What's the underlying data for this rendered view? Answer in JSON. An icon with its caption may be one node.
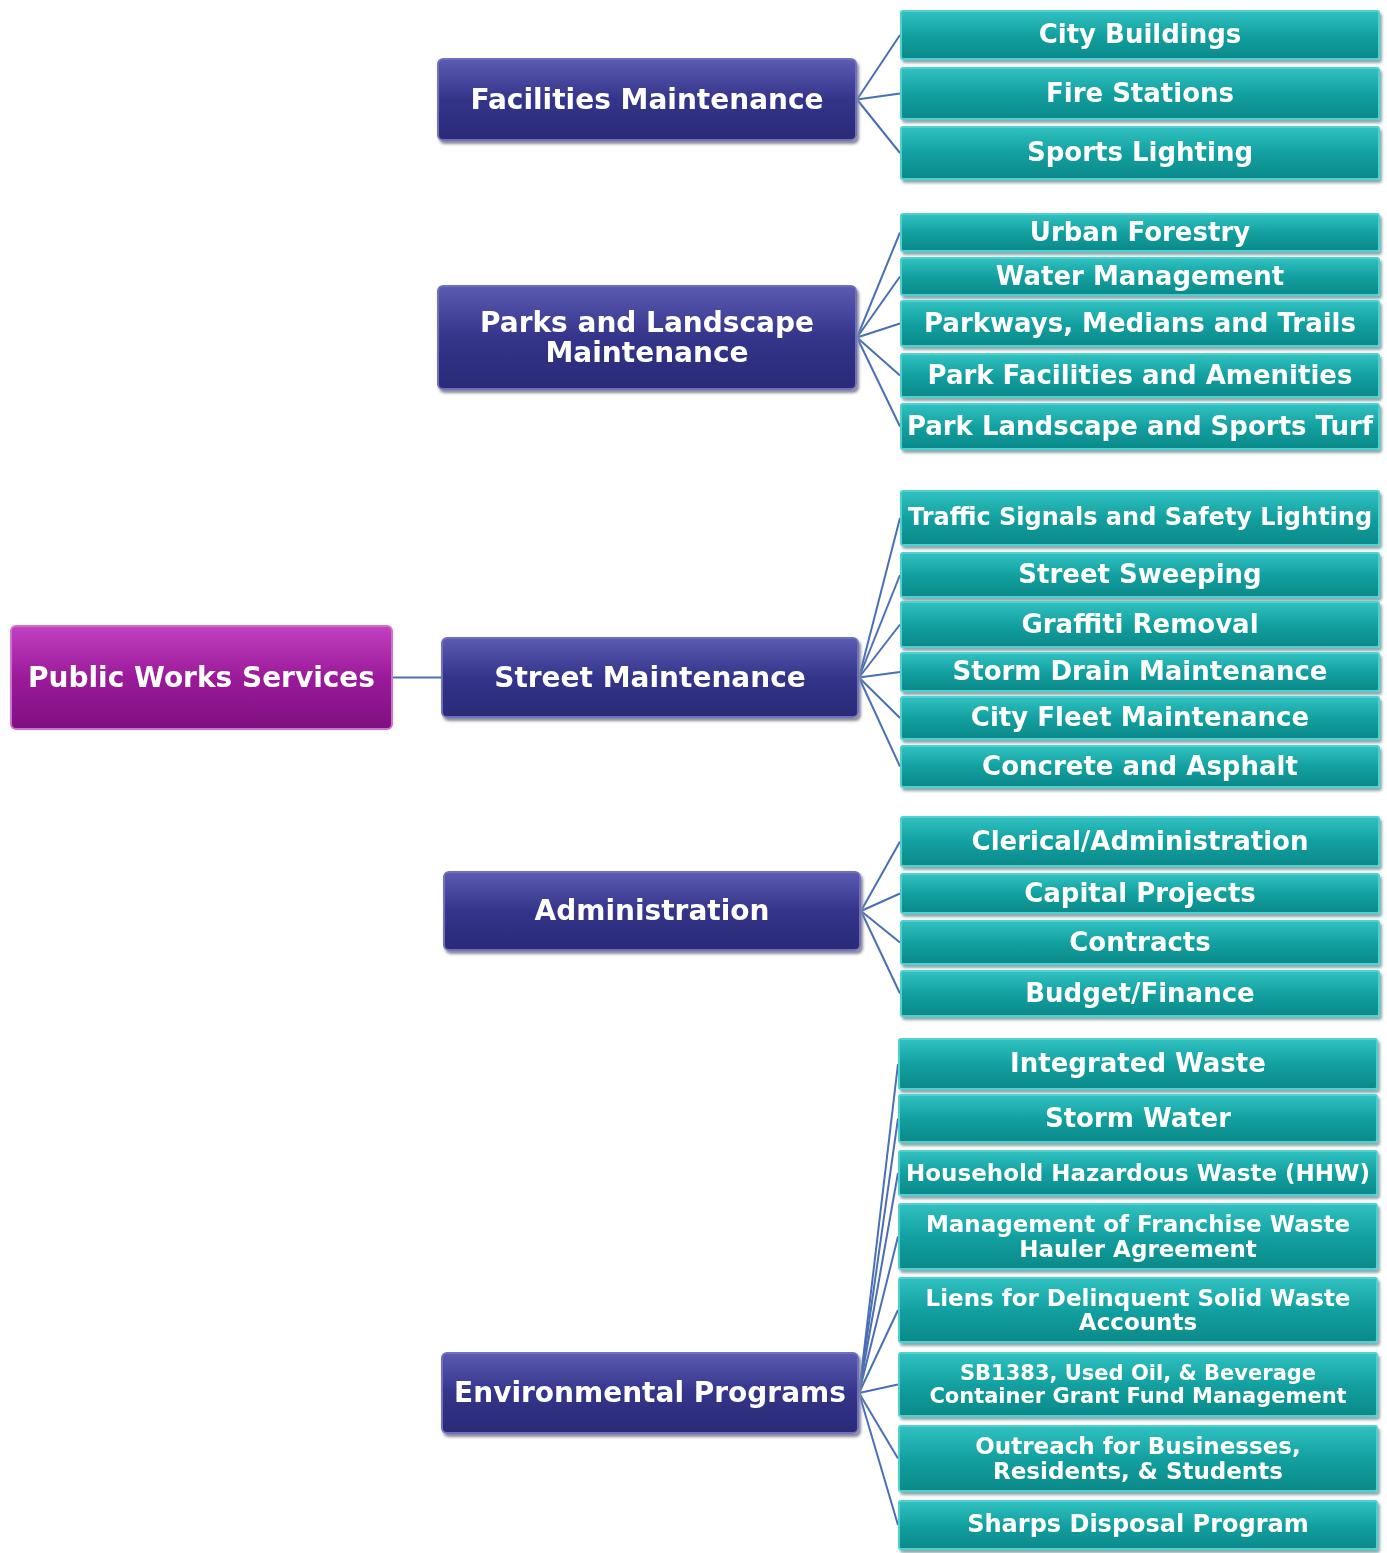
{
  "diagram": {
    "nodes": [
      {
        "text": [
          "Public Works Services"
        ]
      },
      {
        "text": [
          "Facilities Maintenance"
        ]
      },
      {
        "text": [
          "City Buildings"
        ]
      },
      {
        "text": [
          "Fire Stations"
        ]
      },
      {
        "text": [
          "Sports Lighting"
        ]
      },
      {
        "text": [
          "Parks and Landscape Maintenance"
        ]
      },
      {
        "text": [
          "Urban Forestry"
        ]
      },
      {
        "text": [
          "Water Management"
        ]
      },
      {
        "text": [
          "Parkways, Medians and Trails"
        ]
      },
      {
        "text": [
          "Park Facilities and Amenities"
        ]
      },
      {
        "text": [
          "Park Landscape and Sports Turf"
        ]
      },
      {
        "text": [
          "Street Maintenance"
        ]
      },
      {
        "text": [
          "Traffic Signals and Safety Lighting"
        ]
      },
      {
        "text": [
          "Street Sweeping"
        ]
      },
      {
        "text": [
          "Graffiti Removal"
        ]
      },
      {
        "text": [
          "Storm Drain Maintenance"
        ]
      },
      {
        "text": [
          "City Fleet Maintenance"
        ]
      },
      {
        "text": [
          "Concrete and Asphalt"
        ]
      },
      {
        "text": [
          "Administration"
        ]
      },
      {
        "text": [
          "Clerical/Administration"
        ]
      },
      {
        "text": [
          "Capital Projects"
        ]
      },
      {
        "text": [
          "Contracts"
        ]
      },
      {
        "text": [
          "Budget/Finance"
        ]
      },
      {
        "text": [
          "Environmental Programs"
        ]
      },
      {
        "text": [
          "Integrated Waste"
        ]
      },
      {
        "text": [
          "Storm Water"
        ]
      },
      {
        "text": [
          "Household Hazardous Waste (HHW)"
        ]
      },
      {
        "text": [
          "Management of Franchise Waste Hauler Agreement"
        ]
      },
      {
        "text": [
          "Liens for Delinquent Solid Waste Accounts"
        ]
      },
      {
        "text": [
          "SB1383, Used Oil, & Beverage Container Grant Fund Management"
        ]
      },
      {
        "text": [
          "Outreach for Businesses, Residents, & Students"
        ]
      },
      {
        "text": [
          "Sharps Disposal Program"
        ]
      }
    ],
    "edges": [
      {
        "from": 0,
        "to": 11,
        "arrow": "none"
      },
      {
        "from": 1,
        "to": 2,
        "arrow": "none"
      },
      {
        "from": 1,
        "to": 3,
        "arrow": "none"
      },
      {
        "from": 1,
        "to": 4,
        "arrow": "none"
      },
      {
        "from": 5,
        "to": 6,
        "arrow": "none"
      },
      {
        "from": 5,
        "to": 7,
        "arrow": "none"
      },
      {
        "from": 5,
        "to": 8,
        "arrow": "none"
      },
      {
        "from": 5,
        "to": 9,
        "arrow": "none"
      },
      {
        "from": 5,
        "to": 10,
        "arrow": "none"
      },
      {
        "from": 11,
        "to": 12,
        "arrow": "none"
      },
      {
        "from": 11,
        "to": 13,
        "arrow": "none"
      },
      {
        "from": 11,
        "to": 14,
        "arrow": "none"
      },
      {
        "from": 11,
        "to": 15,
        "arrow": "none"
      },
      {
        "from": 11,
        "to": 16,
        "arrow": "none"
      },
      {
        "from": 11,
        "to": 17,
        "arrow": "none"
      },
      {
        "from": 18,
        "to": 19,
        "arrow": "none"
      },
      {
        "from": 18,
        "to": 20,
        "arrow": "none"
      },
      {
        "from": 18,
        "to": 21,
        "arrow": "none"
      },
      {
        "from": 18,
        "to": 22,
        "arrow": "none"
      },
      {
        "from": 23,
        "to": 24,
        "arrow": "none"
      },
      {
        "from": 23,
        "to": 25,
        "arrow": "none"
      },
      {
        "from": 23,
        "to": 26,
        "arrow": "none"
      },
      {
        "from": 23,
        "to": 27,
        "arrow": "none"
      },
      {
        "from": 23,
        "to": 28,
        "arrow": "none"
      },
      {
        "from": 23,
        "to": 29,
        "arrow": "none"
      },
      {
        "from": 23,
        "to": 30,
        "arrow": "none"
      },
      {
        "from": 23,
        "to": 31,
        "arrow": "none"
      }
    ]
  }
}
